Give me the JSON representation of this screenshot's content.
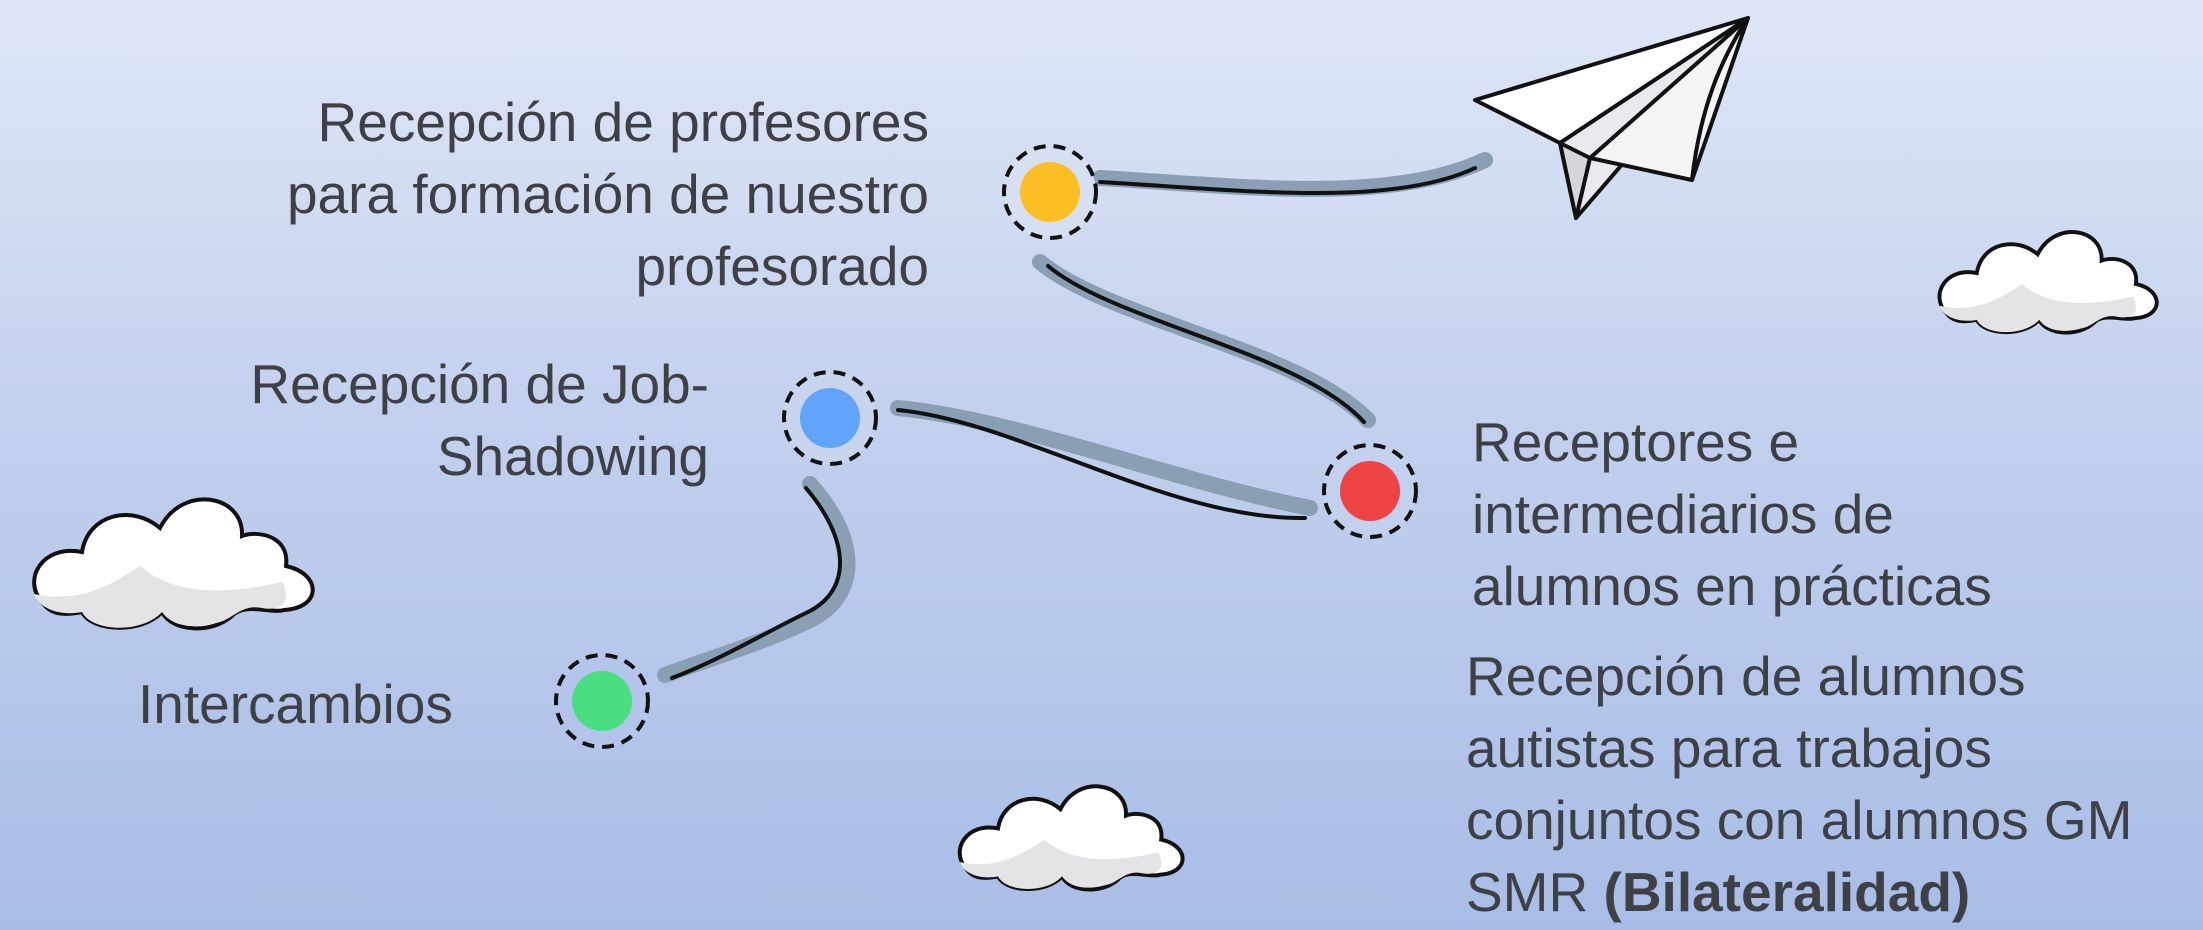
{
  "milestones": [
    {
      "id": "profesores",
      "color": "#fbbf24",
      "lines": [
        "Recepción de profesores",
        "para formación de nuestro",
        "profesorado"
      ]
    },
    {
      "id": "job-shadowing",
      "color": "#60a5fa",
      "lines": [
        "Recepción de Job-",
        "Shadowing"
      ]
    },
    {
      "id": "intercambios",
      "color": "#4ade80",
      "lines": [
        "Intercambios"
      ]
    },
    {
      "id": "receptores",
      "color": "#ef4444",
      "lines": [
        "Receptores e",
        "intermediarios de",
        "alumnos en prácticas"
      ]
    }
  ],
  "bilateralidad": {
    "lines": [
      "Recepción de alumnos",
      "autistas para trabajos",
      "conjuntos con alumnos GM",
      "SMR "
    ],
    "bold": "(Bilateralidad)"
  },
  "icons": [
    "paper-plane-icon",
    "cloud-icon"
  ]
}
